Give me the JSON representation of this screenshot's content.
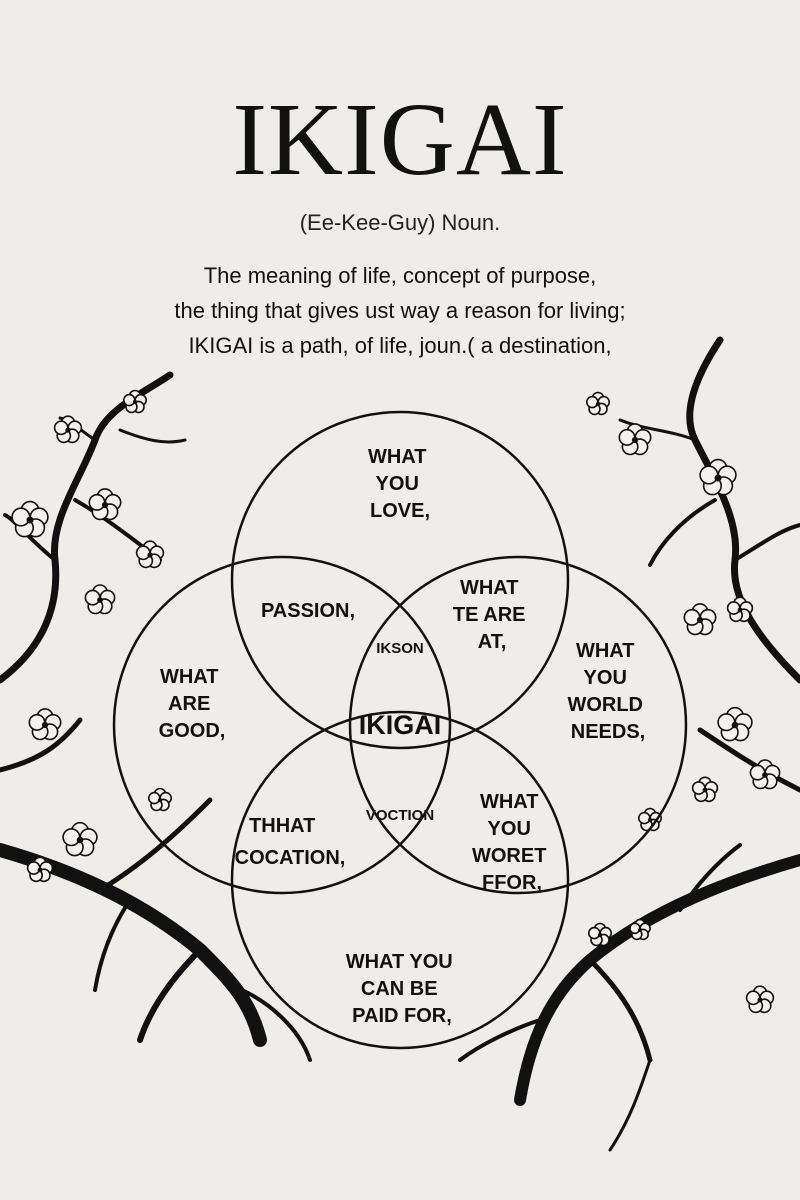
{
  "header": {
    "title": "IKIGAI",
    "pronunciation": "(Ee-Kee-Guy) Noun.",
    "description": [
      "The meaning of life, concept of purpose,",
      "the thing that gives ust way a reason for living;",
      "IKIGAI is a path, of life, joun.( a destination,"
    ]
  },
  "diagram": {
    "circle_top_label": [
      "WHAT",
      "YOU",
      "LOVE,"
    ],
    "circle_left_label": [
      "WHAT",
      "ARE",
      "GOOD,"
    ],
    "circle_right_label": [
      "WHAT",
      "YOU",
      "WORLD",
      "NEEDS,"
    ],
    "circle_bottom_label": [
      "WHAT YOU",
      "CAN BE",
      "PAID FOR,"
    ],
    "top_left_overlap": [
      "PASSION,"
    ],
    "top_right_overlap": [
      "WHAT",
      "TE ARE",
      "AT,"
    ],
    "bottom_left_overlap": [
      "THHAT",
      "COCATION,"
    ],
    "bottom_right_overlap": [
      "WHAT",
      "YOU",
      "WORET",
      "FFOR,"
    ],
    "center_top": "IKSON",
    "center": "IKIGAI",
    "center_bottom": "VOCTION",
    "colors": {
      "center_top": "#e45b78",
      "center_band": "#f1bd8a",
      "center_core": "#f6d2b8",
      "center_bottom": "#6fa7c3"
    }
  }
}
